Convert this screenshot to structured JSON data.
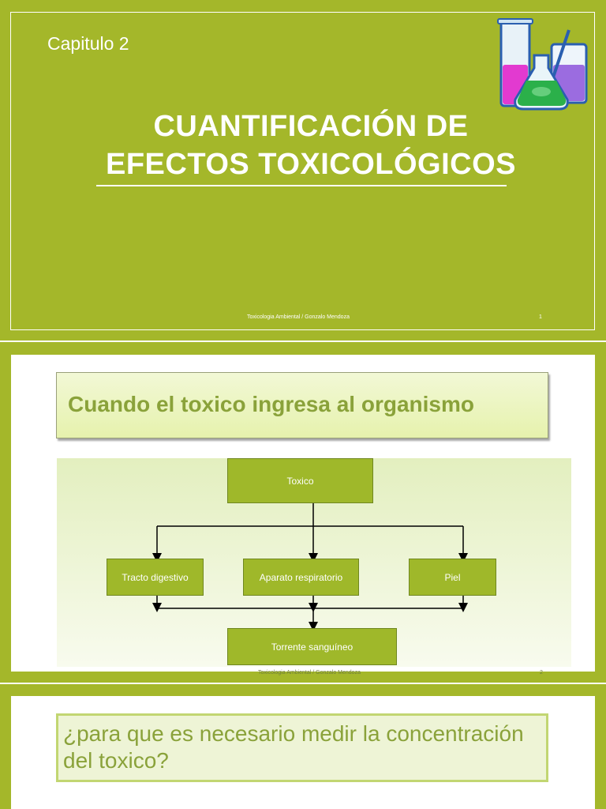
{
  "slides": [
    {
      "chapter": "Capitulo 2",
      "title_line1": "CUANTIFICACIÓN DE",
      "title_line2": "EFECTOS TOXICOLÓGICOS",
      "footer": "Toxicologia Ambiental / Gonzalo Mendoza",
      "page_number": "1",
      "icon": "laboratory-glassware-icon"
    },
    {
      "title": "Cuando el toxico ingresa al organismo",
      "diagram": {
        "source": "Toxico",
        "routes": [
          "Tracto digestivo",
          "Aparato respiratorio",
          "Piel"
        ],
        "target": "Torrente sanguíneo"
      },
      "footer": "Toxicologia Ambiental / Gonzalo Mendoza",
      "page_number": "2"
    },
    {
      "question": "¿para que es necesario medir la concentración del toxico?"
    }
  ],
  "colors": {
    "slide_background": "#a4b72a",
    "title_text_green": "#8aa23a",
    "box_fill": "#9fb82a"
  }
}
